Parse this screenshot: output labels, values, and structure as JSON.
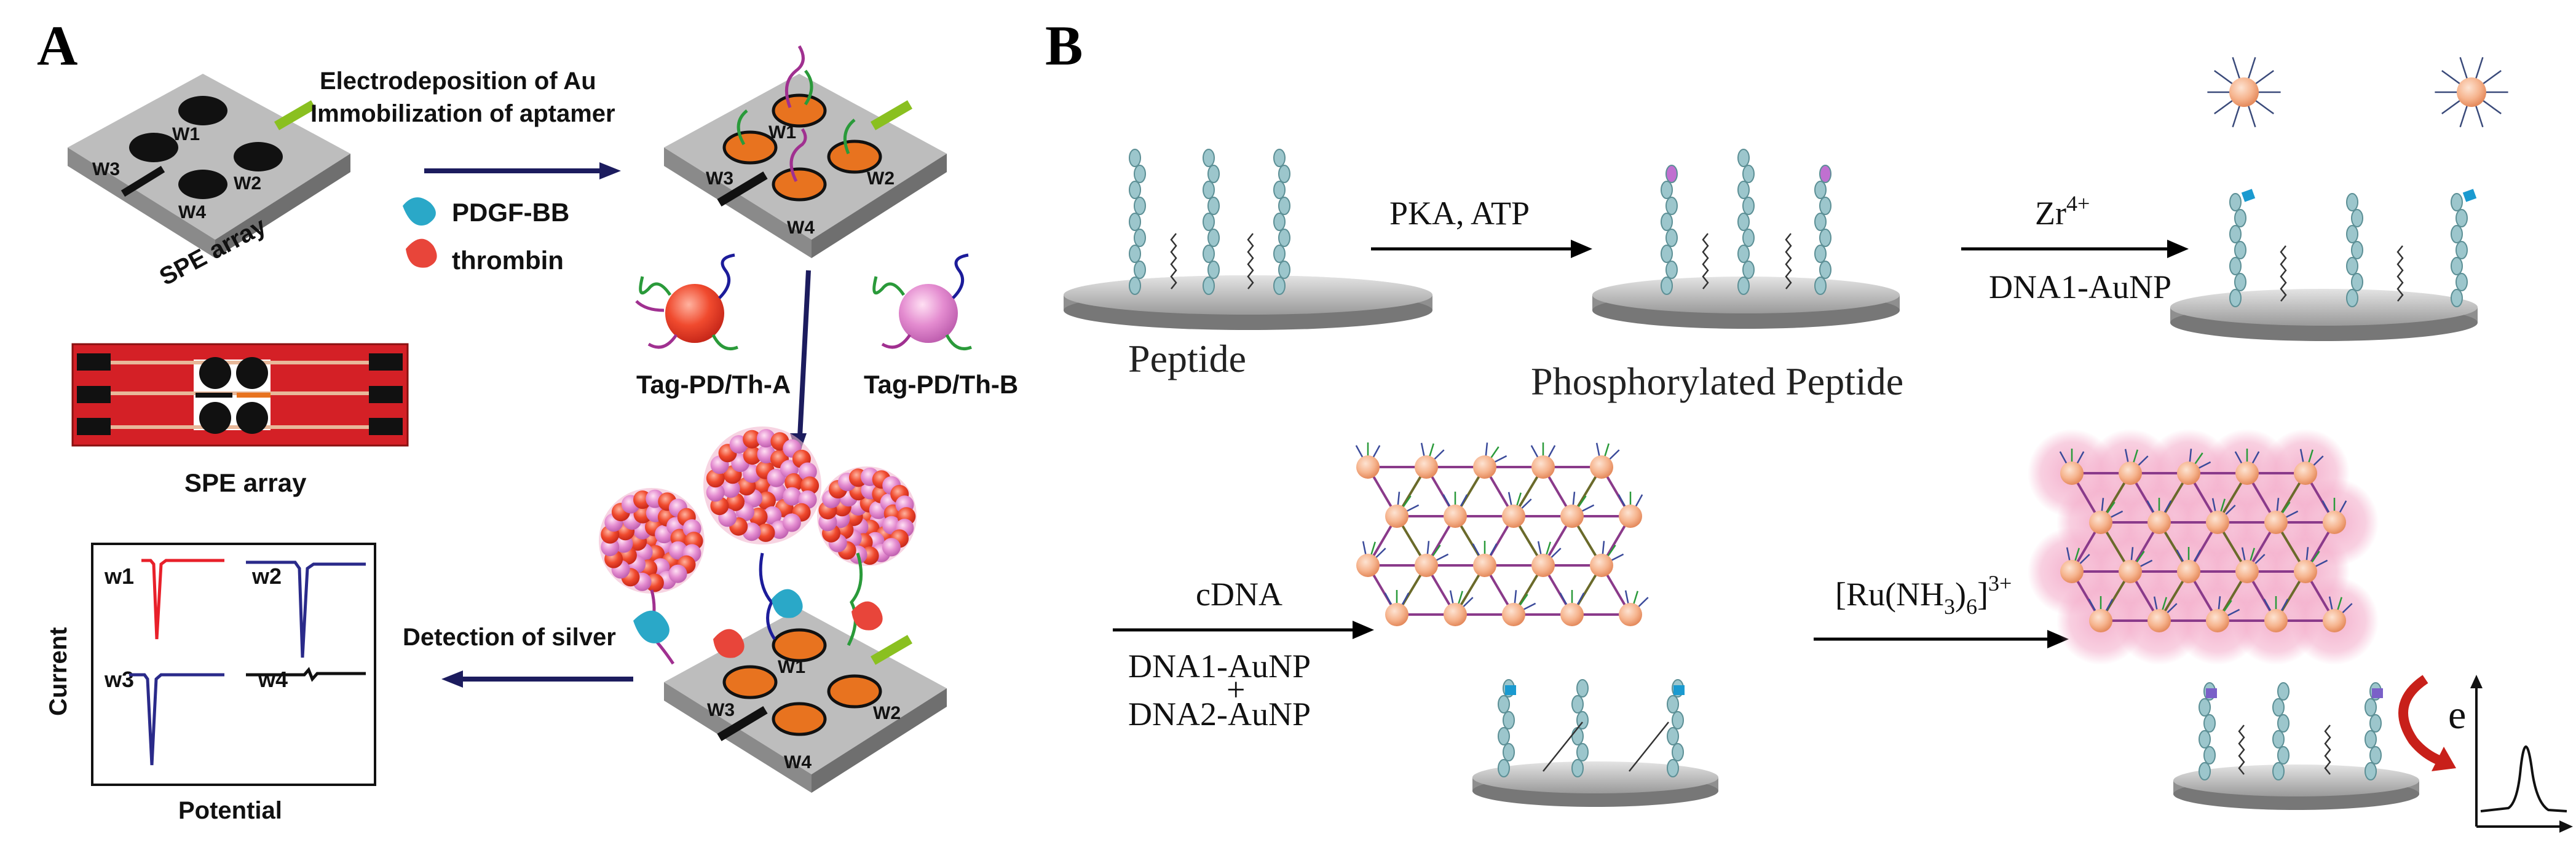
{
  "panel_a": {
    "label": "A",
    "step1_line1": "Electrodeposition of Au",
    "step1_line2": "Immobilization of aptamer",
    "chip_caption": "SPE array",
    "array_caption": "SPE array",
    "electrodes": [
      "W1",
      "W2",
      "W3",
      "W4"
    ],
    "legend": [
      {
        "label": "PDGF-BB",
        "color": "#2aa8c8"
      },
      {
        "label": "thrombin",
        "color": "#e8453a"
      }
    ],
    "tags": [
      "Tag-PD/Th-A",
      "Tag-PD/Th-B"
    ],
    "detection_label": "Detection of silver",
    "plot": {
      "ylabel": "Current",
      "xlabel": "Potential",
      "traces": [
        {
          "name": "w1",
          "color": "#e8202a"
        },
        {
          "name": "w2",
          "color": "#2a2a8a"
        },
        {
          "name": "w3",
          "color": "#2a2a8a"
        },
        {
          "name": "w4",
          "color": "#111111"
        }
      ]
    }
  },
  "panel_b": {
    "label": "B",
    "peptide_label": "Peptide",
    "step1_label": "PKA, ATP",
    "phospho_label": "Phosphorylated Peptide",
    "step2_top": "Zr",
    "step2_top_sup": "4+",
    "step2_bottom": "DNA1-AuNP",
    "step3_top": "cDNA",
    "step3_mid1": "DNA1-AuNP",
    "step3_plus": "+",
    "step3_mid2": "DNA2-AuNP",
    "step4_main": "[Ru(NH",
    "step4_sub": "3",
    "step4_close": ")",
    "step4_sub2": "6",
    "step4_end": "]",
    "step4_sup": "3+",
    "electron_label": "e"
  },
  "colors": {
    "arrow": "#1c1c5e",
    "gold": "#e8731f",
    "aunp": "#f6b48e",
    "peptide": "#9cc6cc",
    "pink_glow": "#f3a9c8",
    "chip_red": "#d42026"
  }
}
